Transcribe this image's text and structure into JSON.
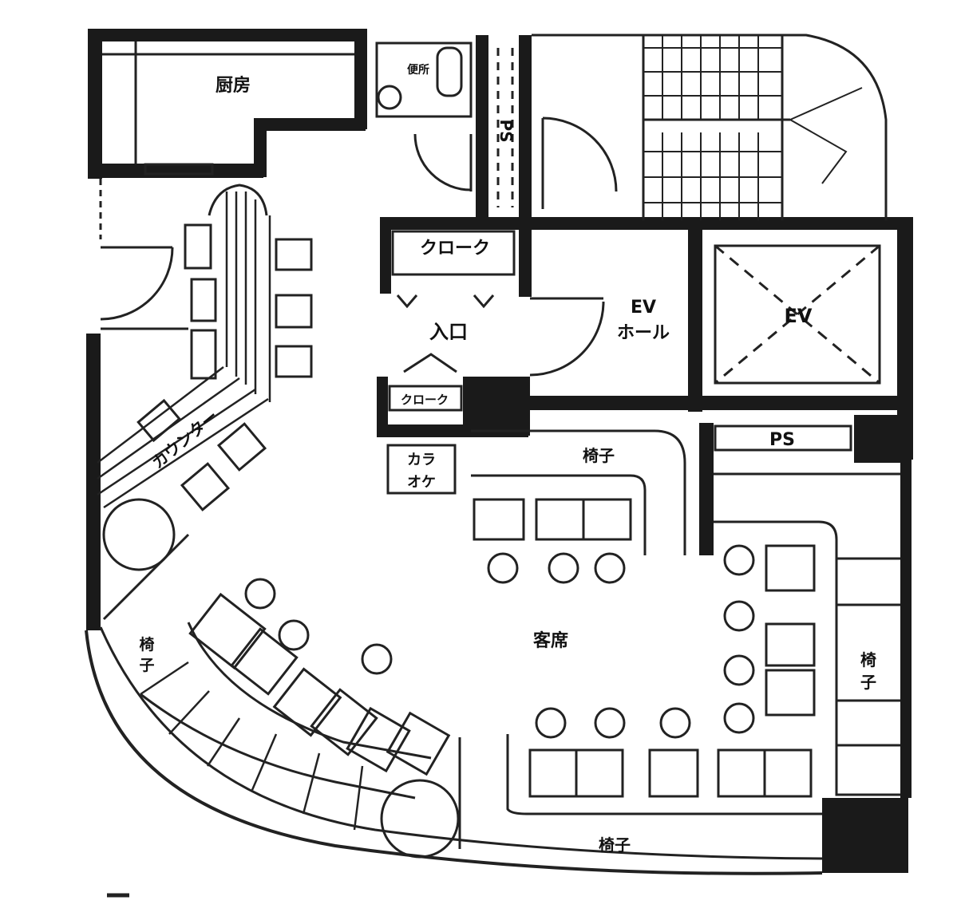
{
  "colors": {
    "wall": "#1a1a1a",
    "line": "#222222",
    "paper": "#ffffff"
  },
  "labels": {
    "kitchen": "厨房",
    "toilet": "便所",
    "ps_top": "PS",
    "ps_right": "PS",
    "cloak_upper": "クローク",
    "cloak_lower": "クローク",
    "entrance": "入口",
    "ev_hall_line1": "EV",
    "ev_hall_line2": "ホール",
    "ev": "EV",
    "counter": "カウンター",
    "karaoke_line1": "カラ",
    "karaoke_line2": "オケ",
    "chair_top": "椅子",
    "chair_left_line1": "椅",
    "chair_left_line2": "子",
    "chair_right_line1": "椅",
    "chair_right_line2": "子",
    "chair_bottom": "椅子",
    "seating": "客席"
  }
}
